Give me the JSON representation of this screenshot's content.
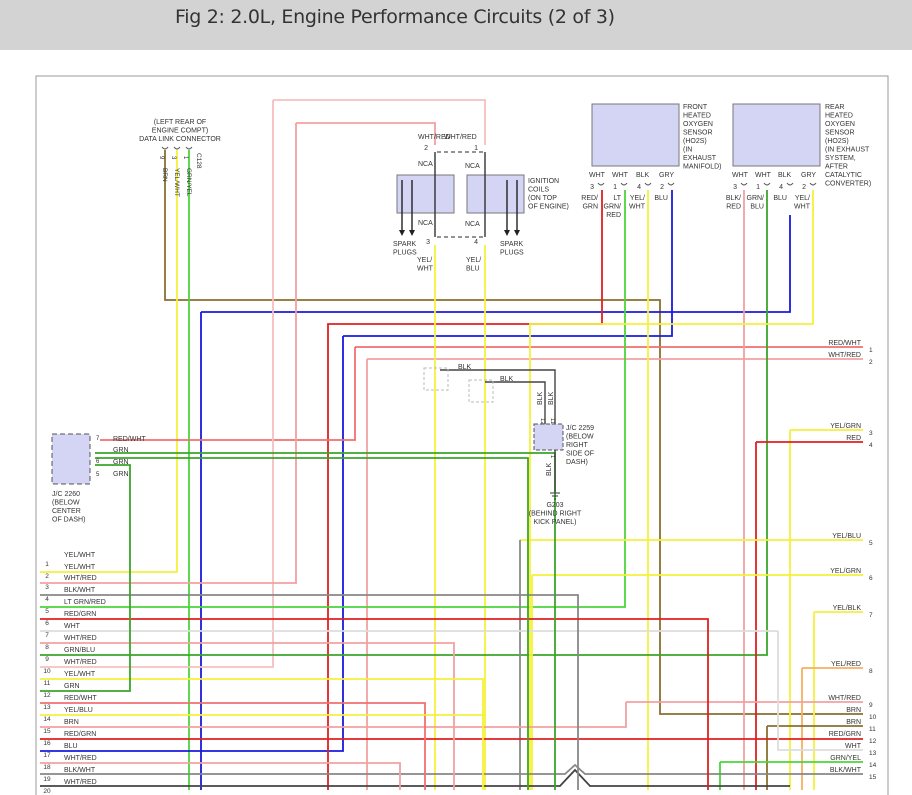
{
  "header": {
    "title": "Fig 2: 2.0L, Engine Performance Circuits (2 of 3)"
  },
  "colors": {
    "BRN": "#8b6f2f",
    "YEL": "#f5f03a",
    "GRN": "#3aa52a",
    "LTGRN": "#4cd43a",
    "BLU": "#1a1adf",
    "RED": "#e02020",
    "PINK": "#f2a0a0",
    "LTPINK": "#f5c0c0",
    "GRY": "#888888",
    "WHT": "#dddddd",
    "BLK": "#444444",
    "SALMON": "#f07070",
    "ORANGE": "#f5b060",
    "component_fill": "#d4d4f4"
  },
  "components": {
    "dlc": {
      "label_lines": [
        "(LEFT REAR OF",
        "ENGINE COMPT)",
        "DATA LINK CONNECTOR"
      ],
      "connector_id": "C128",
      "pins": [
        {
          "pin": "9",
          "wire": "BRN"
        },
        {
          "pin": "3",
          "wire": "YEL/WHT"
        },
        {
          "pin": "1",
          "wire": "GRN/YEL"
        }
      ]
    },
    "ignition_coils": {
      "label_lines": [
        "IGNITION",
        "COILS",
        "(ON TOP",
        "OF ENGINE)"
      ],
      "top_wires": [
        "WHT/RED",
        "WHT/RED"
      ],
      "top_pins": [
        "2",
        "1"
      ],
      "nca_labels": [
        "NCA",
        "NCA",
        "NCA",
        "NCA"
      ],
      "bottom_pins": [
        "3",
        "4"
      ],
      "bottom_wires": [
        [
          "YEL/",
          "WHT"
        ],
        [
          "YEL/",
          "BLU"
        ]
      ],
      "spark_plugs_label": [
        "SPARK",
        "PLUGS"
      ]
    },
    "front_ho2s": {
      "label_lines": [
        "FRONT",
        "HEATED",
        "OXYGEN",
        "SENSOR",
        "(HO2S)",
        "(IN",
        "EXHAUST",
        "MANIFOLD)"
      ],
      "pin_wires": [
        "WHT",
        "WHT",
        "BLK",
        "GRY"
      ],
      "pins": [
        "3",
        "1",
        "4",
        "2"
      ],
      "harness_wires": [
        [
          "RED/",
          "GRN"
        ],
        [
          "LT",
          "GRN/",
          "RED"
        ],
        [
          "YEL/",
          "WHT"
        ],
        [
          "BLU"
        ]
      ]
    },
    "rear_ho2s": {
      "label_lines": [
        "REAR",
        "HEATED",
        "OXYGEN",
        "SENSOR",
        "(HO2S)",
        "(IN EXHAUST",
        "SYSTEM,",
        "AFTER",
        "CATALYTIC",
        "CONVERTER)"
      ],
      "pin_wires": [
        "WHT",
        "WHT",
        "BLK",
        "GRY"
      ],
      "pins": [
        "3",
        "1",
        "4",
        "2"
      ],
      "harness_wires": [
        [
          "BLK/",
          "RED"
        ],
        [
          "GRN/",
          "BLU"
        ],
        [
          "BLU"
        ],
        [
          "YEL/",
          "WHT"
        ]
      ]
    },
    "jc2259": {
      "label_lines": [
        "J/C 2259",
        "(BELOW",
        "RIGHT",
        "SIDE OF",
        "DASH)"
      ],
      "pins": [
        "12",
        "11",
        "1"
      ],
      "wires": [
        "BLK",
        "BLK",
        "BLK",
        "BLK",
        "BLK"
      ]
    },
    "g203": {
      "label_lines": [
        "G203",
        "(BEHIND RIGHT",
        "KICK PANEL)"
      ]
    },
    "jc2260": {
      "label_lines": [
        "J/C 2260",
        "(BELOW",
        "CENTER",
        "OF DASH)"
      ],
      "pins": [
        "7",
        "6",
        "5"
      ],
      "wires": [
        "RED/WHT",
        "GRN",
        "GRN",
        "GRN"
      ]
    }
  },
  "left_connector": [
    {
      "pin": "1",
      "wire": "YEL/WHT"
    },
    {
      "pin": "2",
      "wire": "YEL/WHT"
    },
    {
      "pin": "3",
      "wire": "WHT/RED"
    },
    {
      "pin": "4",
      "wire": "BLK/WHT"
    },
    {
      "pin": "5",
      "wire": "LT GRN/RED"
    },
    {
      "pin": "6",
      "wire": "RED/GRN"
    },
    {
      "pin": "7",
      "wire": "WHT"
    },
    {
      "pin": "8",
      "wire": "WHT/RED"
    },
    {
      "pin": "9",
      "wire": "GRN/BLU"
    },
    {
      "pin": "10",
      "wire": "WHT/RED"
    },
    {
      "pin": "11",
      "wire": "YEL/WHT"
    },
    {
      "pin": "12",
      "wire": "GRN"
    },
    {
      "pin": "13",
      "wire": "RED/WHT"
    },
    {
      "pin": "14",
      "wire": "YEL/BLU"
    },
    {
      "pin": "15",
      "wire": "BRN"
    },
    {
      "pin": "16",
      "wire": "RED/GRN"
    },
    {
      "pin": "17",
      "wire": "BLU"
    },
    {
      "pin": "18",
      "wire": "WHT/RED"
    },
    {
      "pin": "19",
      "wire": "BLK/WHT"
    },
    {
      "pin": "20",
      "wire": "WHT/RED"
    }
  ],
  "right_connector": [
    {
      "pin": "1",
      "wire": "RED/WHT"
    },
    {
      "pin": "2",
      "wire": "WHT/RED"
    },
    {
      "pin": "3",
      "wire": "YEL/GRN"
    },
    {
      "pin": "4",
      "wire": "RED"
    },
    {
      "pin": "5",
      "wire": "YEL/BLU"
    },
    {
      "pin": "6",
      "wire": "YEL/GRN"
    },
    {
      "pin": "7",
      "wire": "YEL/BLK"
    },
    {
      "pin": "8",
      "wire": "YEL/RED"
    },
    {
      "pin": "9",
      "wire": "WHT/RED"
    },
    {
      "pin": "10",
      "wire": "BRN"
    },
    {
      "pin": "11",
      "wire": "BRN"
    },
    {
      "pin": "12",
      "wire": "RED/GRN"
    },
    {
      "pin": "13",
      "wire": "WHT"
    },
    {
      "pin": "14",
      "wire": "GRN/YEL"
    },
    {
      "pin": "15",
      "wire": "BLK/WHT"
    }
  ]
}
